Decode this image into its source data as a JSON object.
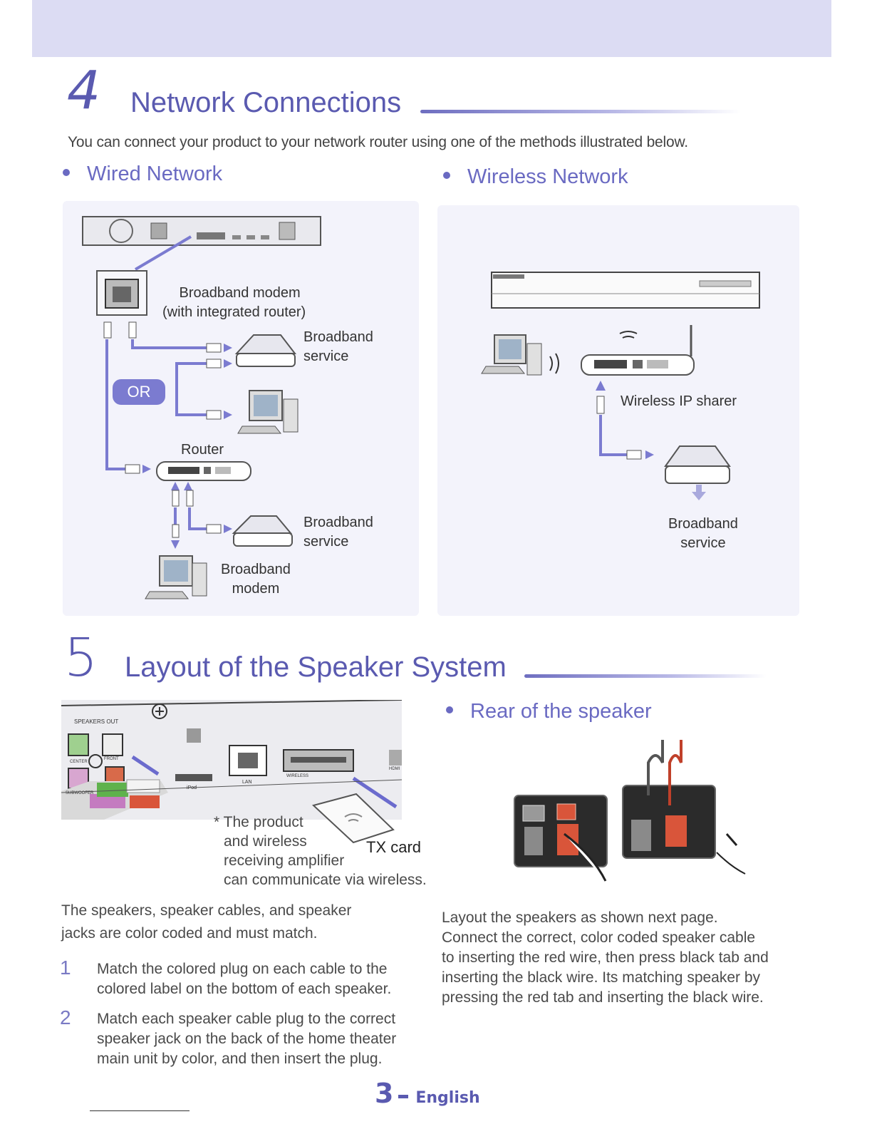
{
  "section4": {
    "number": "4",
    "title": "Network Connections",
    "intro": "You can connect your product to your network router using one of the methods illustrated below.",
    "wired": {
      "heading": "Wired Network",
      "modem_label_1": "Broadband modem",
      "modem_label_2": "(with integrated router)",
      "service_a_1": "Broadband",
      "service_a_2": "service",
      "or_badge": "OR",
      "router_label": "Router",
      "service_b_1": "Broadband",
      "service_b_2": "service",
      "modem_b_1": "Broadband",
      "modem_b_2": "modem"
    },
    "wireless": {
      "heading": "Wireless Network",
      "sharer_label": "Wireless IP sharer",
      "service_1": "Broadband",
      "service_2": "service"
    }
  },
  "section5": {
    "number": "5",
    "title": "Layout of the Speaker System",
    "rear_heading": "Rear of the speaker",
    "panel_labels": {
      "speakers_out": "SPEAKERS OUT",
      "center": "CENTER",
      "front": "FRONT",
      "subwoofer": "SUBWOOFER",
      "ipod": "iPod",
      "lan": "LAN",
      "wireless": "WIRELESS",
      "hdmi": "HDMI"
    },
    "note_1": "* The product",
    "note_2": "and wireless",
    "note_3": "receiving amplifier",
    "note_4": "can communicate via wireless.",
    "tx_card": "TX card",
    "left_paragraph_1": "The speakers, speaker cables, and speaker",
    "left_paragraph_2": "jacks are color coded and must match.",
    "steps": [
      {
        "num": "1",
        "line1": "Match the colored plug on each cable to the",
        "line2": "colored label on the bottom of each speaker.",
        "line3": ""
      },
      {
        "num": "2",
        "line1": "Match each speaker cable plug to the correct",
        "line2": "speaker jack on the back of the home theater",
        "line3": "main unit by color, and then insert the plug."
      }
    ],
    "right_paragraph": [
      "Layout the speakers as shown next page.",
      "Connect the correct, color coded speaker cable",
      "to inserting the red wire, then press black tab and",
      "inserting the black wire. Its matching speaker by",
      "pressing the red tab and inserting the black wire."
    ]
  },
  "footer": {
    "page_number": "3",
    "language": "English"
  },
  "colors": {
    "accent": "#5a5ab0",
    "cable": "#7b7bd0",
    "panel_bg": "#f3f3fb",
    "top_band": "#dcdcf3"
  }
}
